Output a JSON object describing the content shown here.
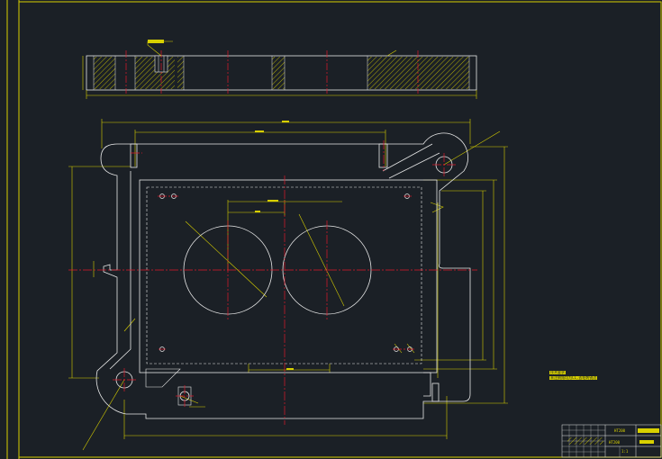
{
  "drawing": {
    "colors": {
      "background": "#1b2026",
      "outline": "#e8e8e8",
      "dimension": "#d8d000",
      "centerline": "#e0192a",
      "hatch": "#d8d000"
    },
    "notes": {
      "tech_title": "技术要求",
      "tech_line1": "未注倒角均为C1,去毛刺锐边"
    },
    "title_block": {
      "part_name": "HT200",
      "material": "HT200",
      "scale": "1:1"
    }
  }
}
